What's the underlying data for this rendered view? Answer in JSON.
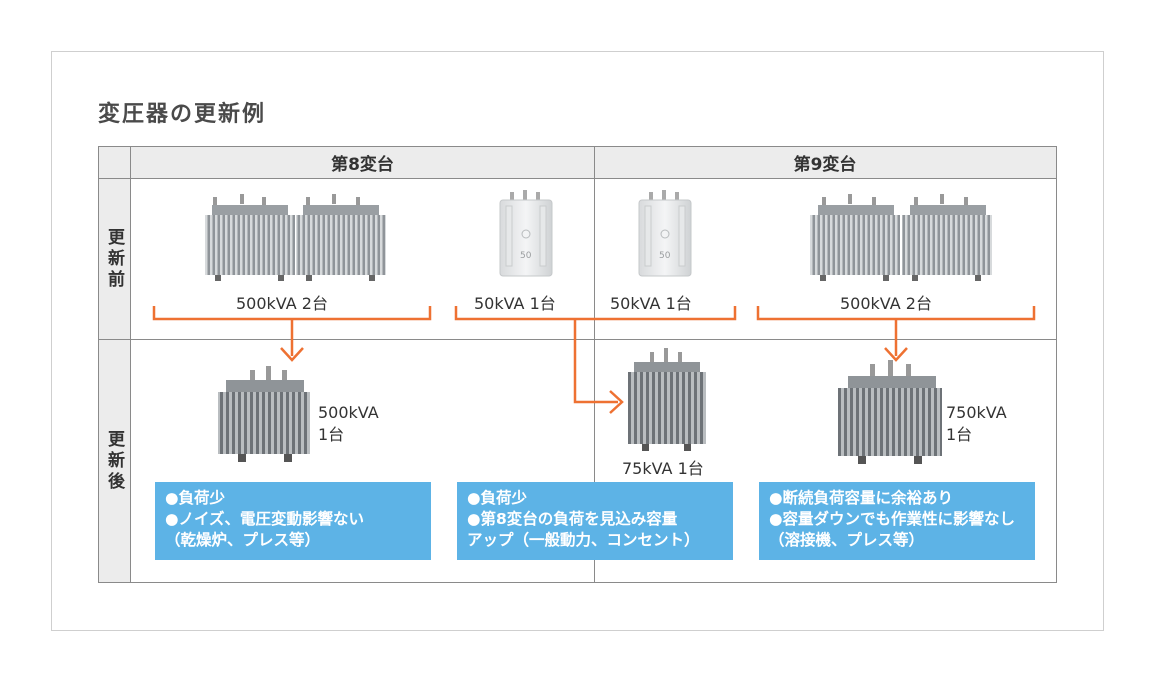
{
  "title": "変圧器の更新例",
  "columns": [
    "第8変台",
    "第9変台"
  ],
  "rows": [
    "更新前",
    "更新後"
  ],
  "before": {
    "g1": "500kVA 2台",
    "g2": "50kVA 1台",
    "g3": "50kVA 1台",
    "g4": "500kVA 2台"
  },
  "after": {
    "a1": [
      "500kVA",
      "1台"
    ],
    "a2": "75kVA 1台",
    "a3": [
      "750kVA",
      "1台"
    ]
  },
  "notes": {
    "n1": [
      "●負荷少",
      "●ノイズ、電圧変動影響ない",
      "（乾燥炉、プレス等）"
    ],
    "n2": [
      "●負荷少",
      "●第8変台の負荷を見込み容量",
      "アップ（一般動力、コンセント）"
    ],
    "n3": [
      "●断続負荷容量に余裕あり",
      "●容量ダウンでも作業性に影響なし",
      "（溶接機、プレス等）"
    ]
  },
  "colors": {
    "arrow": "#ee7132",
    "note_bg": "#5db3e6",
    "header_bg": "#ececec"
  }
}
